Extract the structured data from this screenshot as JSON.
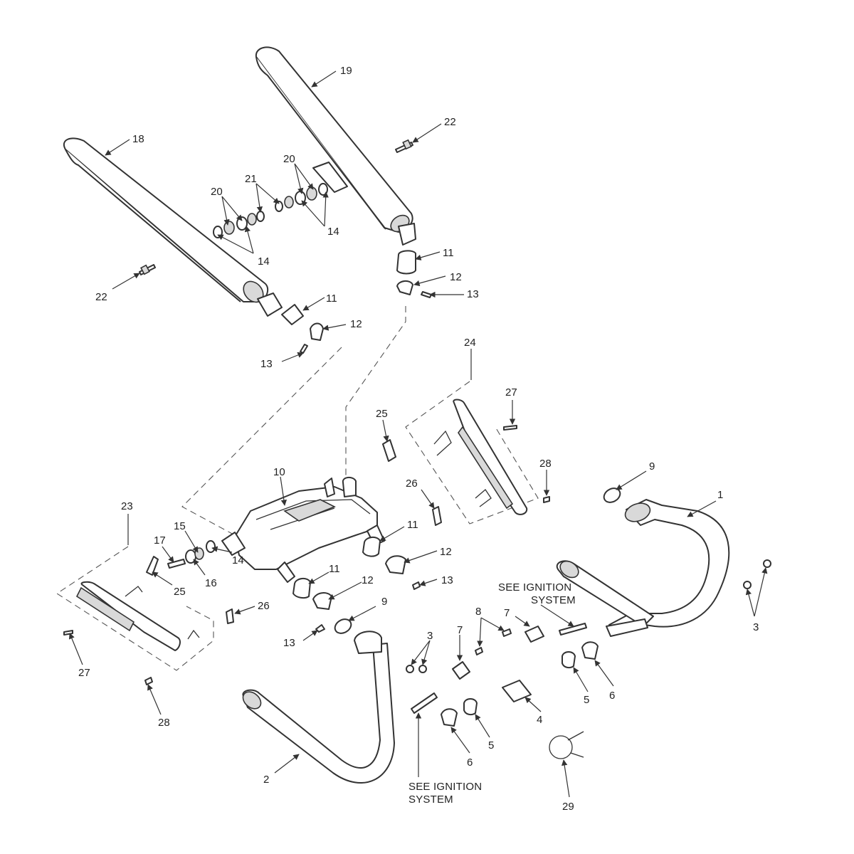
{
  "callouts": [
    "1",
    "2",
    "3",
    "4",
    "5",
    "6",
    "7",
    "8",
    "9",
    "10",
    "11",
    "12",
    "13",
    "14",
    "15",
    "16",
    "17",
    "18",
    "19",
    "20",
    "21",
    "22",
    "23",
    "24",
    "25",
    "26",
    "27",
    "28",
    "29"
  ],
  "notes": {
    "ignition_top_line1": "SEE IGNITION",
    "ignition_top_line2": "SYSTEM",
    "ignition_bottom_line1": "SEE IGNITION",
    "ignition_bottom_line2": "SYSTEM"
  }
}
